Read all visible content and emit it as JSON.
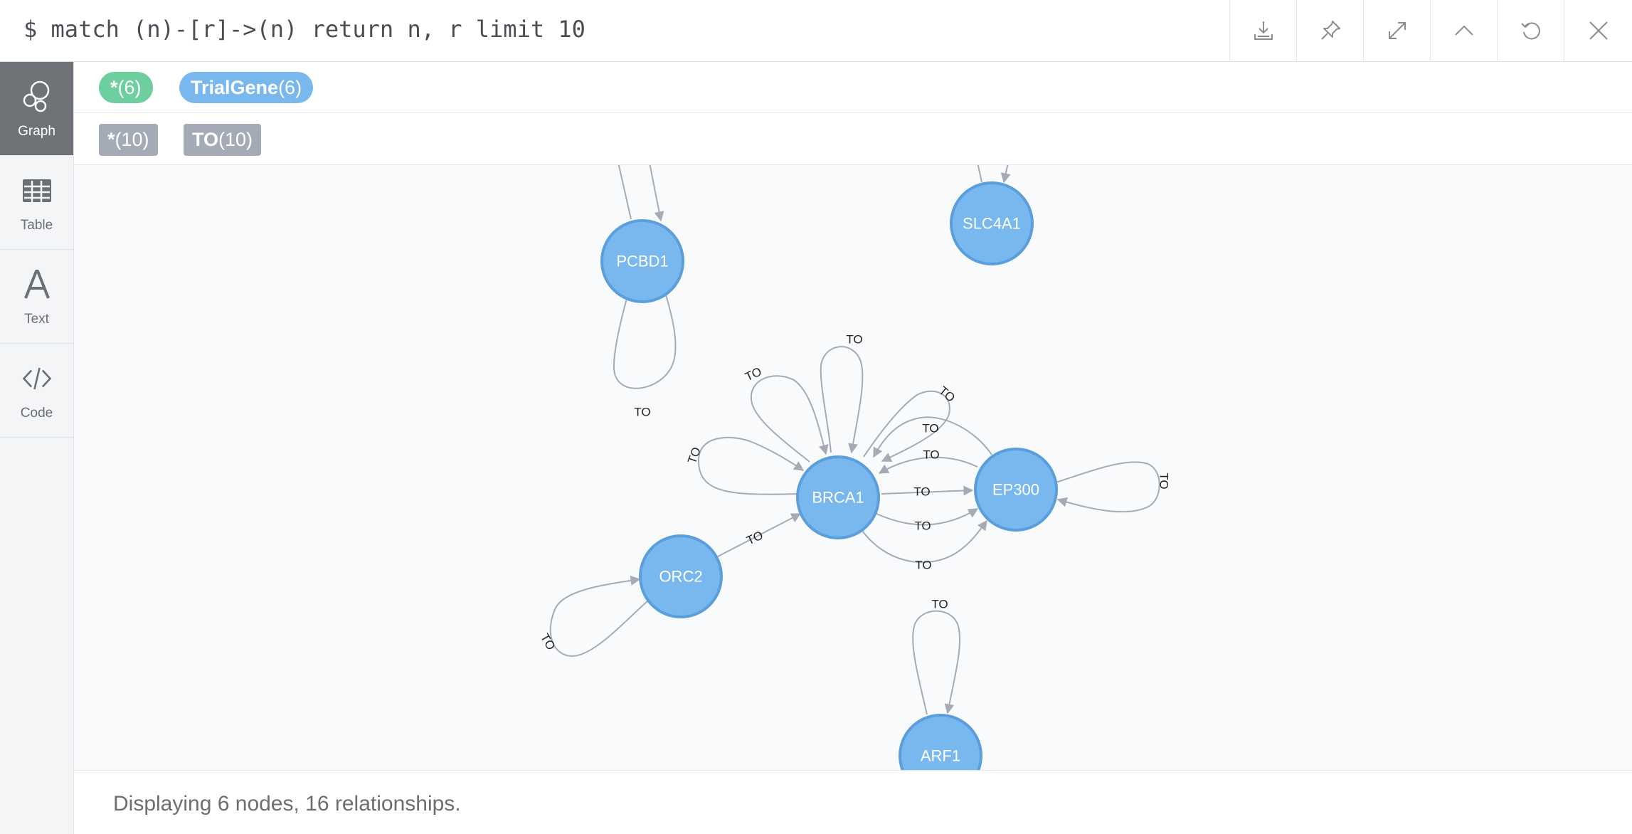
{
  "query": {
    "text": "$ match (n)-[r]->(n) return n, r limit 10"
  },
  "toolbar": {
    "buttons": [
      {
        "name": "download-button",
        "icon": "download-icon"
      },
      {
        "name": "pin-button",
        "icon": "pin-icon"
      },
      {
        "name": "fullscreen-button",
        "icon": "expand-icon"
      },
      {
        "name": "collapse-button",
        "icon": "chevron-up-icon"
      },
      {
        "name": "rerun-button",
        "icon": "refresh-icon"
      },
      {
        "name": "close-button",
        "icon": "close-icon"
      }
    ]
  },
  "sidebar": {
    "items": [
      {
        "label": "Graph",
        "icon": "graph-icon",
        "active": true
      },
      {
        "label": "Table",
        "icon": "table-icon",
        "active": false
      },
      {
        "label": "Text",
        "icon": "text-icon",
        "active": false
      },
      {
        "label": "Code",
        "icon": "code-icon",
        "active": false
      }
    ]
  },
  "legend": {
    "labels": [
      {
        "name": "*",
        "count": "(6)",
        "color": "#6dce9e"
      },
      {
        "name": "TrialGene",
        "count": "(6)",
        "color": "#79b8ef"
      }
    ],
    "relationships": [
      {
        "name": "*",
        "count": "(10)",
        "color": "#a5abb6"
      },
      {
        "name": "TO",
        "count": "(10)",
        "color": "#a5abb6"
      }
    ]
  },
  "graph": {
    "node_color": "#79b8ef",
    "node_border": "#5a9fdc",
    "rel_color": "#a5abb6",
    "nodes": [
      {
        "id": "PCBD1",
        "label": "PCBD1"
      },
      {
        "id": "SLC4A1",
        "label": "SLC4A1"
      },
      {
        "id": "BRCA1",
        "label": "BRCA1"
      },
      {
        "id": "EP300",
        "label": "EP300"
      },
      {
        "id": "ORC2",
        "label": "ORC2"
      },
      {
        "id": "ARF1",
        "label": "ARF1"
      }
    ],
    "relationship_label": "TO"
  },
  "status": {
    "text": "Displaying 6 nodes, 16 relationships."
  }
}
